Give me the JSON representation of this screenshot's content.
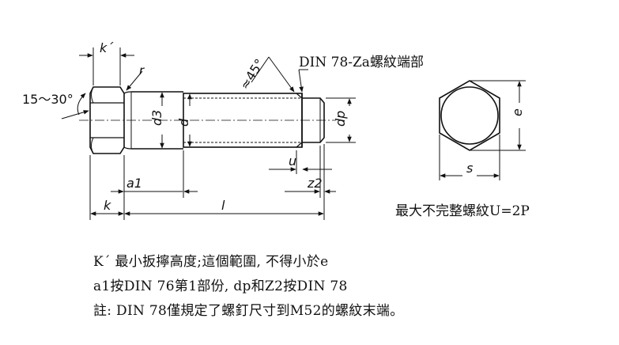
{
  "drawing": {
    "labels": {
      "k_prime": "k´",
      "angle": "15～30°",
      "r": "r",
      "chamfer": "≈45°",
      "d3": "d3",
      "d": "d",
      "dp": "dp",
      "u": "u",
      "a1": "a1",
      "z2": "z2",
      "k": "k",
      "l": "l",
      "e": "e",
      "s": "s"
    },
    "din_callout": "DIN 78-Za螺紋端部",
    "hex_caption": "最大不完整螺紋U=2P"
  },
  "notes": [
    "K´ 最小扳擰高度;這個範圍, 不得小於e",
    "a1按DIN 76第1部份, dp和Z2按DIN 78",
    "註: DIN 78僅規定了螺釘尺寸到M52的螺紋末端。"
  ]
}
